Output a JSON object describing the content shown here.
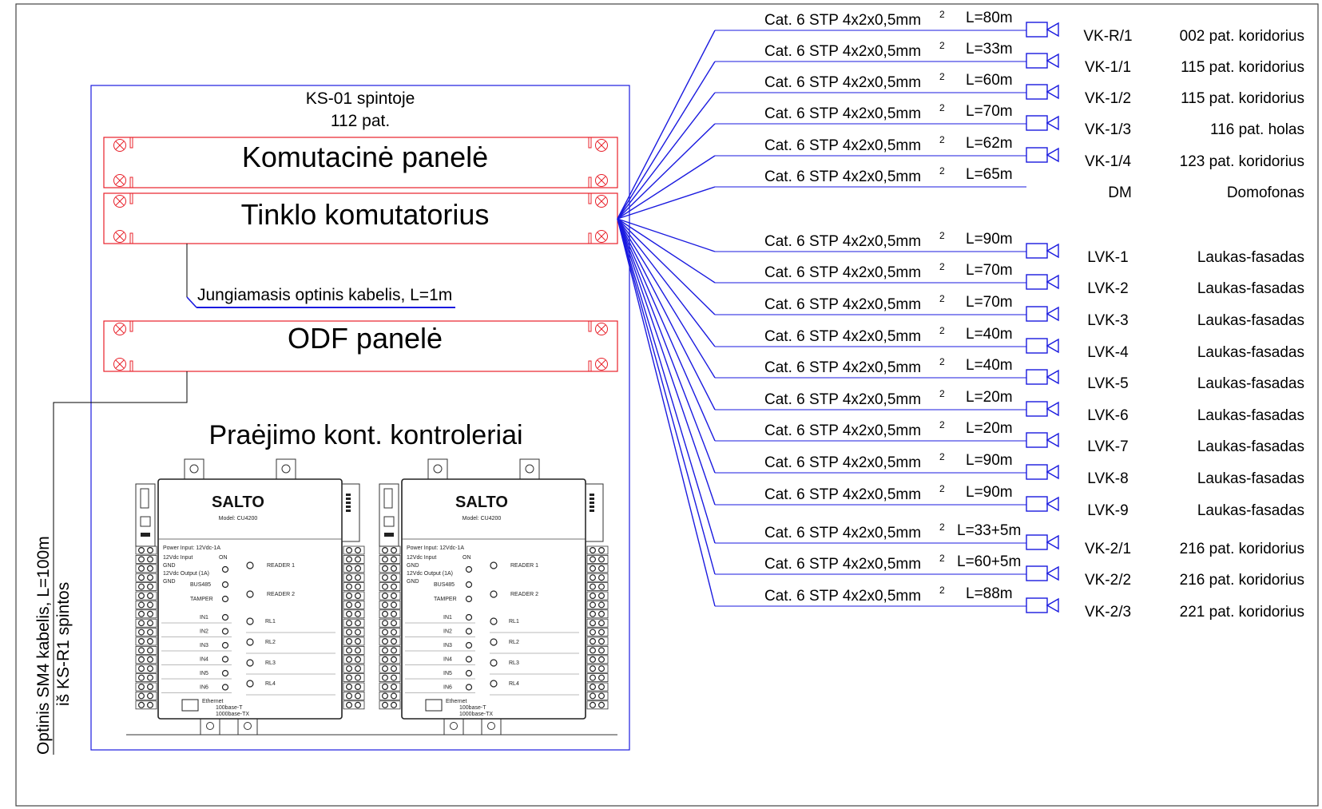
{
  "cabinet": {
    "label_line1": "KS-01 spintoje",
    "label_line2": "112 pat."
  },
  "panels": {
    "patch_panel": "Komutacinė panelė",
    "network_switch": "Tinklo komutatorius",
    "odf_panel": "ODF panelė"
  },
  "jumper_cable": "Jungiamasis optinis kabelis, L=1m",
  "incoming_fiber": {
    "line1": "Optinis SM4 kabelis, L=100m",
    "line2": "iš KS-R1 spintos"
  },
  "controllers": {
    "title": "Praėjimo kont. kontroleriai",
    "units": [
      {
        "brand": "SALTO",
        "model": "Model: CU4200",
        "power": "Power Input: 12Vdc-1A",
        "input": "12Vdc Input",
        "output": "12Vdc Output (1A)",
        "gnd": "GND",
        "on": "ON",
        "bus": "BUS485",
        "tamper": "TAMPER",
        "reader1": "READER 1",
        "reader2": "READER 2",
        "inputs": [
          "IN1",
          "IN2",
          "IN3",
          "IN4",
          "IN5",
          "IN6"
        ],
        "relays": [
          "RL1",
          "RL2",
          "RL3",
          "RL4"
        ],
        "ethernet": "Ethernet",
        "eth_a": "100base-T",
        "eth_b": "1000base-TX"
      },
      {
        "brand": "SALTO",
        "model": "Model: CU4200",
        "power": "Power Input: 12Vdc-1A",
        "input": "12Vdc Input",
        "output": "12Vdc Output (1A)",
        "gnd": "GND",
        "on": "ON",
        "bus": "BUS485",
        "tamper": "TAMPER",
        "reader1": "READER 1",
        "reader2": "READER 2",
        "inputs": [
          "IN1",
          "IN2",
          "IN3",
          "IN4",
          "IN5",
          "IN6"
        ],
        "relays": [
          "RL1",
          "RL2",
          "RL3",
          "RL4"
        ],
        "ethernet": "Ethernet",
        "eth_a": "100base-T",
        "eth_b": "1000base-TX"
      }
    ]
  },
  "cable_runs": [
    {
      "cable": "Cat. 6 STP 4x2x0,5mm",
      "length": "L=80m",
      "device": "VK-R/1",
      "location": "002 pat. koridorius",
      "camera": true
    },
    {
      "cable": "Cat. 6 STP 4x2x0,5mm",
      "length": "L=33m",
      "device": "VK-1/1",
      "location": "115 pat. koridorius",
      "camera": true
    },
    {
      "cable": "Cat. 6 STP 4x2x0,5mm",
      "length": "L=60m",
      "device": "VK-1/2",
      "location": "115 pat. koridorius",
      "camera": true
    },
    {
      "cable": "Cat. 6 STP 4x2x0,5mm",
      "length": "L=70m",
      "device": "VK-1/3",
      "location": "116 pat. holas",
      "camera": true
    },
    {
      "cable": "Cat. 6 STP 4x2x0,5mm",
      "length": "L=62m",
      "device": "VK-1/4",
      "location": "123 pat. koridorius",
      "camera": true
    },
    {
      "cable": "Cat. 6 STP 4x2x0,5mm",
      "length": "L=65m",
      "device": "DM",
      "location": "Domofonas",
      "camera": false
    },
    {
      "cable": "Cat. 6 STP 4x2x0,5mm",
      "length": "L=90m",
      "device": "LVK-1",
      "location": "Laukas-fasadas",
      "camera": true
    },
    {
      "cable": "Cat. 6 STP 4x2x0,5mm",
      "length": "L=70m",
      "device": "LVK-2",
      "location": "Laukas-fasadas",
      "camera": true
    },
    {
      "cable": "Cat. 6 STP 4x2x0,5mm",
      "length": "L=70m",
      "device": "LVK-3",
      "location": "Laukas-fasadas",
      "camera": true
    },
    {
      "cable": "Cat. 6 STP 4x2x0,5mm",
      "length": "L=40m",
      "device": "LVK-4",
      "location": "Laukas-fasadas",
      "camera": true
    },
    {
      "cable": "Cat. 6 STP 4x2x0,5mm",
      "length": "L=40m",
      "device": "LVK-5",
      "location": "Laukas-fasadas",
      "camera": true
    },
    {
      "cable": "Cat. 6 STP 4x2x0,5mm",
      "length": "L=20m",
      "device": "LVK-6",
      "location": "Laukas-fasadas",
      "camera": true
    },
    {
      "cable": "Cat. 6 STP 4x2x0,5mm",
      "length": "L=20m",
      "device": "LVK-7",
      "location": "Laukas-fasadas",
      "camera": true
    },
    {
      "cable": "Cat. 6 STP 4x2x0,5mm",
      "length": "L=90m",
      "device": "LVK-8",
      "location": "Laukas-fasadas",
      "camera": true
    },
    {
      "cable": "Cat. 6 STP 4x2x0,5mm",
      "length": "L=90m",
      "device": "LVK-9",
      "location": "Laukas-fasadas",
      "camera": true
    },
    {
      "cable": "Cat. 6 STP 4x2x0,5mm",
      "length": "L=33+5m",
      "device": "VK-2/1",
      "location": "216 pat. koridorius",
      "camera": true
    },
    {
      "cable": "Cat. 6 STP 4x2x0,5mm",
      "length": "L=60+5m",
      "device": "VK-2/2",
      "location": "216 pat. koridorius",
      "camera": true
    },
    {
      "cable": "Cat. 6 STP 4x2x0,5mm",
      "length": "L=88m",
      "device": "VK-2/3",
      "location": "221 pat. koridorius",
      "camera": true
    }
  ],
  "colors": {
    "cable_blue": "#1a1adf",
    "panel_red": "#e8202a",
    "frame_gray": "#444444"
  }
}
